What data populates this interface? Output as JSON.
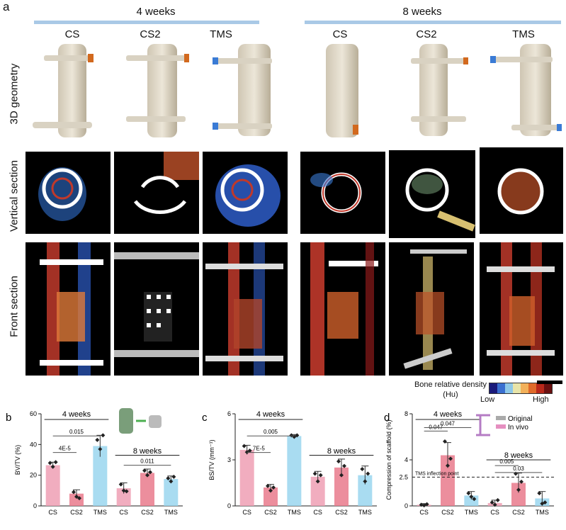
{
  "panel_a": {
    "letter": "a",
    "groups": [
      "4 weeks",
      "8 weeks"
    ],
    "columns": [
      "CS",
      "CS2",
      "TMS",
      "CS",
      "CS2",
      "TMS"
    ],
    "rows": [
      "3D geometry",
      "Vertical section",
      "Front section"
    ],
    "colorbar": {
      "title_line1": "Bone relative density",
      "title_line2": "(Hu)",
      "low": "Low",
      "high": "High",
      "colors": [
        "#1a1a7a",
        "#3a6fd0",
        "#8ec8e8",
        "#e8e4a8",
        "#f2b05a",
        "#e06a2a",
        "#b8281a",
        "#6a1010"
      ]
    }
  },
  "chart_data": [
    {
      "letter": "b",
      "type": "bar",
      "ylabel": "BV/TV (%)",
      "categories": [
        "CS",
        "CS2",
        "TMS",
        "CS",
        "CS2",
        "TMS"
      ],
      "values": [
        26.5,
        8,
        39,
        11.5,
        21.5,
        17.5
      ],
      "errors": [
        2,
        2.5,
        7,
        3.5,
        2.5,
        2
      ],
      "points": [
        [
          28,
          25.5,
          28.5
        ],
        [
          9,
          6,
          5
        ],
        [
          43,
          37,
          46
        ],
        [
          14,
          10,
          9.5
        ],
        [
          23,
          20,
          22
        ],
        [
          18,
          16,
          19
        ]
      ],
      "colors": [
        "#ef9fb4",
        "#e97a8c",
        "#9ad6ee",
        "#ef9fb4",
        "#e97a8c",
        "#9ad6ee"
      ],
      "ylim": [
        0,
        60
      ],
      "yticks": [
        0,
        20,
        40,
        60
      ],
      "annotations": {
        "group1": "4 weeks",
        "group2": "8 weeks",
        "p1": "4E-5",
        "p2": "0.015",
        "p3": "0.011"
      }
    },
    {
      "letter": "c",
      "type": "bar",
      "ylabel": "BS/TV (mm⁻¹)",
      "categories": [
        "CS",
        "CS2",
        "TMS",
        "CS",
        "CS2",
        "TMS"
      ],
      "values": [
        3.65,
        1.2,
        4.55,
        1.9,
        2.5,
        2.0
      ],
      "errors": [
        0.3,
        0.2,
        0.1,
        0.35,
        0.55,
        0.6
      ],
      "points": [
        [
          3.9,
          3.5,
          3.6
        ],
        [
          1.3,
          1.0,
          1.2
        ],
        [
          4.6,
          4.5,
          4.6
        ],
        [
          2.1,
          1.6,
          2.0
        ],
        [
          2.9,
          2.0,
          2.6
        ],
        [
          2.4,
          1.6,
          2.1
        ]
      ],
      "colors": [
        "#ef9fb4",
        "#e97a8c",
        "#9ad6ee",
        "#ef9fb4",
        "#e97a8c",
        "#9ad6ee"
      ],
      "ylim": [
        0,
        6
      ],
      "yticks": [
        0,
        3,
        6
      ],
      "annotations": {
        "group1": "4 weeks",
        "group2": "8 weeks",
        "p1": "7E-5",
        "p2": "0.005"
      }
    },
    {
      "letter": "d",
      "type": "bar",
      "ylabel": "Compression of scaffold (%)",
      "categories": [
        "CS",
        "CS2",
        "TMS",
        "CS",
        "CS2",
        "TMS"
      ],
      "values": [
        0.1,
        4.4,
        0.9,
        0.25,
        2.0,
        0.65
      ],
      "errors": [
        0.1,
        1.1,
        0.35,
        0.25,
        0.85,
        0.6
      ],
      "points": [
        [
          0.1,
          0.05,
          0.15
        ],
        [
          5.6,
          3.5,
          4.1
        ],
        [
          1.1,
          0.8,
          0.6
        ],
        [
          0.3,
          0.1,
          0.5
        ],
        [
          2.8,
          1.4,
          2.1
        ],
        [
          1.1,
          0.2,
          0.3
        ]
      ],
      "colors": [
        "#ef9fb4",
        "#e97a8c",
        "#9ad6ee",
        "#ef9fb4",
        "#e97a8c",
        "#9ad6ee"
      ],
      "ylim": [
        0,
        8
      ],
      "yticks": [
        0,
        4,
        8
      ],
      "extra_ytick": "2.5",
      "hline": 2.5,
      "hline_label": "TMS inflection point",
      "legend": [
        "Original",
        "In vivo"
      ],
      "annotations": {
        "group1": "4 weeks",
        "group2": "8 weeks",
        "p1": "0.047",
        "p2": "0.005",
        "p3": "0.03"
      }
    }
  ]
}
